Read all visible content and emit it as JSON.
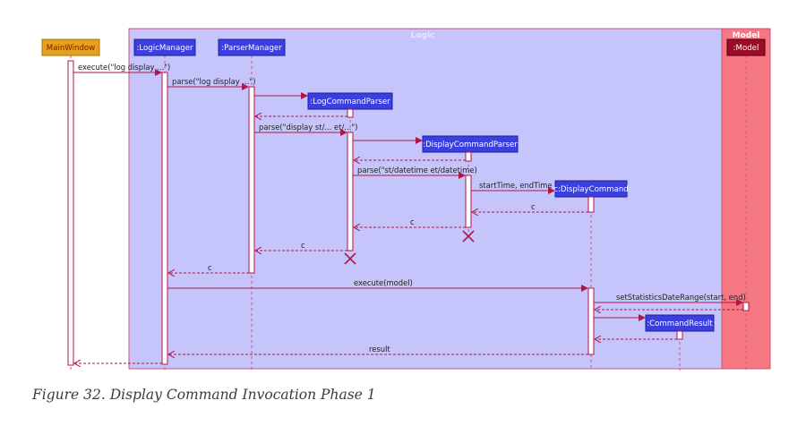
{
  "groups": {
    "logic": {
      "title": "Logic",
      "fill": "#c5c5fb",
      "title_color": "#e8e8ff"
    },
    "model": {
      "title": "Model",
      "fill": "#f47781",
      "title_color": "#ffffff"
    }
  },
  "participants": {
    "main_window": {
      "label": "MainWindow",
      "fill": "#e3a21d",
      "text": "#8a1100"
    },
    "logic_manager": {
      "label": ":LogicManager",
      "fill": "#3b3fdd",
      "text": "#ffffff"
    },
    "parser_manager": {
      "label": ":ParserManager",
      "fill": "#3b3fdd",
      "text": "#ffffff"
    },
    "log_command_parser": {
      "label": ":LogCommandParser",
      "fill": "#3b3fdd",
      "text": "#ffffff"
    },
    "display_command_parser": {
      "label": ":DisplayCommandParser",
      "fill": "#3b3fdd",
      "text": "#ffffff"
    },
    "display_command": {
      "label": "c:DisplayCommand",
      "fill": "#3b3fdd",
      "text": "#ffffff"
    },
    "command_result": {
      "label": ":CommandResult",
      "fill": "#3b3fdd",
      "text": "#ffffff"
    },
    "model": {
      "label": ":Model",
      "fill": "#9b0d24",
      "text": "#ffffff"
    }
  },
  "messages": {
    "m1": "execute(\"log display ...\")",
    "m2": "parse(\"log display ...\")",
    "m3": "parse(\"display st/... et/...\")",
    "m4": "parse(\"st/datetime et/datetime)",
    "m5": "startTime, endTime",
    "m6": "c",
    "m7": "c",
    "m8": "c",
    "m9": "c",
    "m10": "execute(model)",
    "m11": "setStatisticsDateRange(start, end)",
    "m12": "result"
  },
  "colors": {
    "line": "#b0164a",
    "lifeline": "#c06080",
    "activation": "#ffffff"
  },
  "caption": "Figure 32. Display Command Invocation Phase 1"
}
